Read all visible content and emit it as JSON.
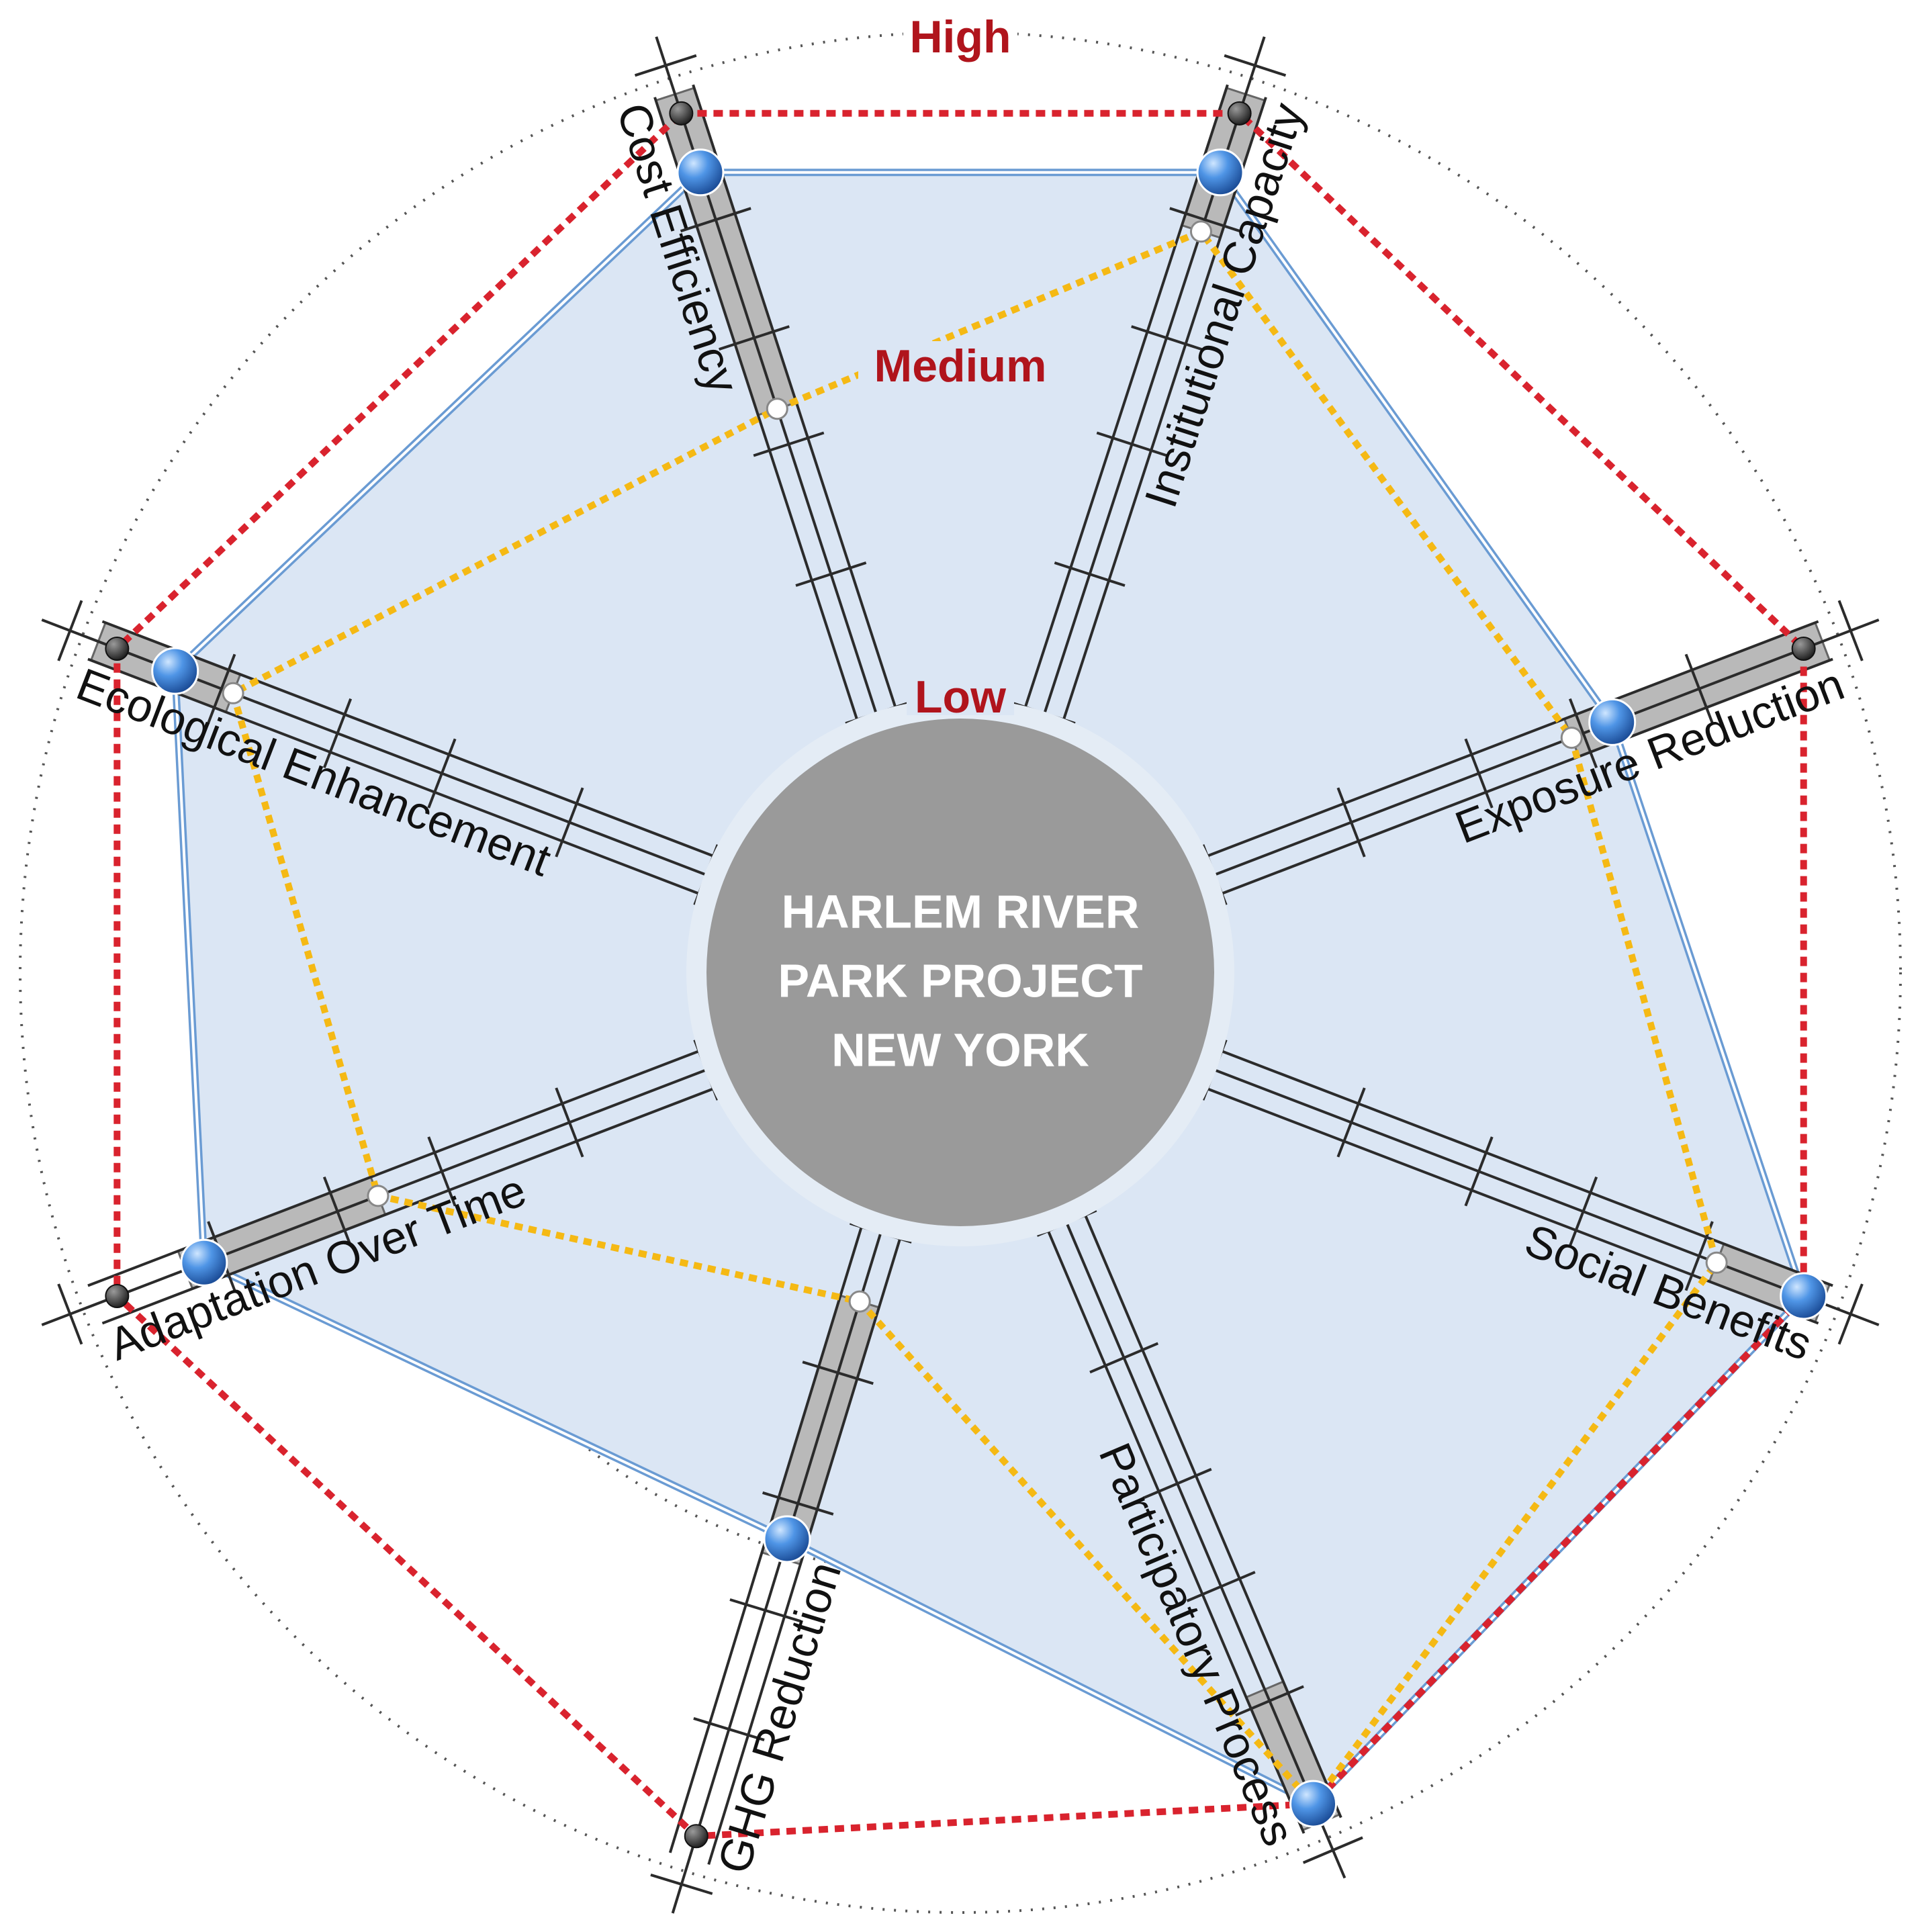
{
  "center_title": {
    "line1": "HARLEM RIVER",
    "line2": "PARK PROJECT",
    "line3": "NEW YORK"
  },
  "levels": {
    "low": "Low",
    "medium": "Medium",
    "high": "High"
  },
  "colors": {
    "project_fill": "#dbe6f4",
    "project_stroke": "#6a9bd3",
    "high_ring": "#d9232e",
    "medium_ring": "#f5b914",
    "hub": "#9a9a9a",
    "level_text": "#b0141c"
  },
  "chart_data": {
    "type": "radar",
    "scale": [
      "Low",
      "Medium",
      "High"
    ],
    "axes": [
      {
        "label": "Cost Efficiency",
        "angle_deg": -108,
        "project_value": 0.9,
        "benchmark_value": 0.5,
        "project_range": [
          0.5,
          1.0
        ]
      },
      {
        "label": "Institutional Capacity",
        "angle_deg": -72,
        "project_value": 0.9,
        "benchmark_value": 0.8,
        "project_range": [
          0.8,
          1.0
        ]
      },
      {
        "label": "Exposure Reduction",
        "angle_deg": -21,
        "project_value": 0.67,
        "benchmark_value": 0.6,
        "project_range": [
          0.6,
          1.0
        ]
      },
      {
        "label": "Social Benefits",
        "angle_deg": 21,
        "project_value": 1.0,
        "benchmark_value": 0.85,
        "project_range": [
          0.85,
          1.0
        ]
      },
      {
        "label": "Participatory Process",
        "angle_deg": 67,
        "project_value": 1.0,
        "benchmark_value": 1.0,
        "project_range": [
          0.8,
          1.0
        ]
      },
      {
        "label": "GHG Reduction",
        "angle_deg": 107,
        "project_value": 0.5,
        "benchmark_value": 0.1,
        "project_range": [
          0.1,
          0.5
        ]
      },
      {
        "label": "Adaptation Over Time",
        "angle_deg": 159,
        "project_value": 0.85,
        "benchmark_value": 0.55,
        "project_range": [
          0.55,
          0.85
        ]
      },
      {
        "label": "Ecological Enhancement",
        "angle_deg": -159,
        "project_value": 0.9,
        "benchmark_value": 0.8,
        "project_range": [
          0.8,
          1.0
        ]
      }
    ]
  }
}
